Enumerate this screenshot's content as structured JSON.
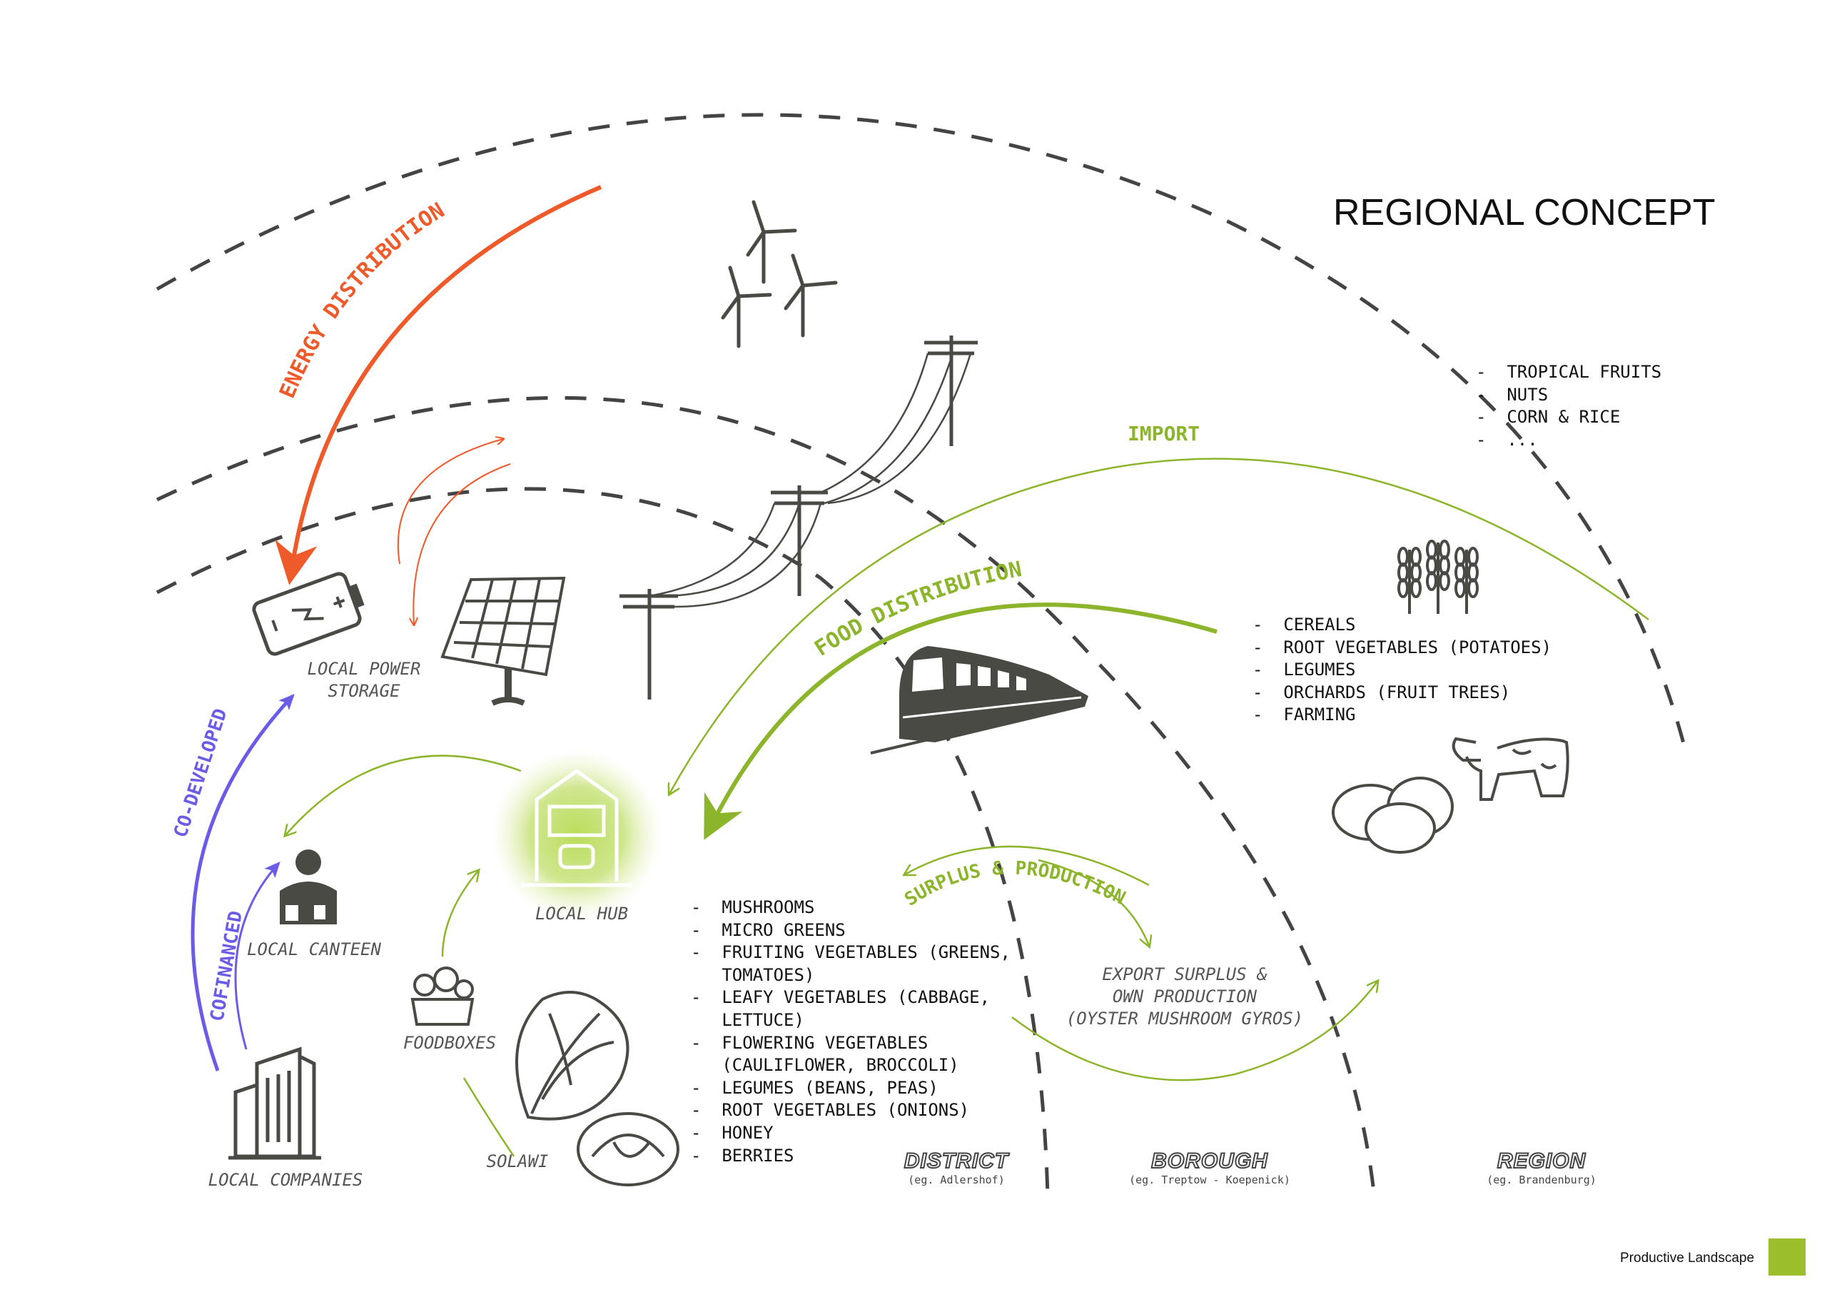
{
  "title": "REGIONAL CONCEPT",
  "flows": {
    "energy_distribution": "ENERGY DISTRIBUTION",
    "import": "IMPORT",
    "food_distribution": "FOOD DISTRIBUTION",
    "surplus_production": "SURPLUS & PRODUCTION",
    "co_developed": "CO-DEVELOPED",
    "cofinanced": "COFINANCED"
  },
  "nodes": {
    "local_power_storage": [
      "LOCAL POWER",
      "STORAGE"
    ],
    "local_hub": "LOCAL HUB",
    "local_canteen": "LOCAL CANTEEN",
    "foodboxes": "FOODBOXES",
    "local_companies": "LOCAL COMPANIES",
    "solawi": "SOLAWI",
    "export": [
      "EXPORT SURPLUS &",
      "OWN PRODUCTION",
      "(OYSTER MUSHROOM GYROS)"
    ]
  },
  "lists": {
    "import_items": [
      "-  TROPICAL FRUITS",
      "-  NUTS",
      "-  CORN & RICE",
      "-  ..."
    ],
    "region_items": [
      "-  CEREALS",
      "-  ROOT VEGETABLES (POTATOES)",
      "-  LEGUMES",
      "-  ORCHARDS (FRUIT TREES)",
      "-  FARMING"
    ],
    "district_items": [
      "-  MUSHROOMS",
      "-  MICRO GREENS",
      "-  FRUITING VEGETABLES (GREENS,",
      "   TOMATOES)",
      "-  LEAFY VEGETABLES (CABBAGE,",
      "   LETTUCE)",
      "-  FLOWERING VEGETABLES",
      "   (CAULIFLOWER, BROCCOLI)",
      "-  LEGUMES (BEANS, PEAS)",
      "-  ROOT VEGETABLES (ONIONS)",
      "-  HONEY",
      "-  BERRIES"
    ]
  },
  "zones": [
    {
      "name": "DISTRICT",
      "sub": "(eg. Adlershof)"
    },
    {
      "name": "BOROUGH",
      "sub": "(eg. Treptow - Koepenick)"
    },
    {
      "name": "REGION",
      "sub": "(eg. Brandenburg)"
    }
  ],
  "footer": "Productive Landscape",
  "colors": {
    "energy": "#ee5a2a",
    "food": "#8db52c",
    "finance": "#6b5ce7",
    "icons": "#4a4a45",
    "dash": "#444444",
    "brand": "#9bbf2a"
  },
  "icons": [
    "battery-icon",
    "solar-panel-icon",
    "wind-turbine-icon",
    "power-pole-icon",
    "train-icon",
    "wheat-icon",
    "cow-icon",
    "potato-icon",
    "greenhouse-hub-icon",
    "canteen-person-icon",
    "foodbox-icon",
    "lettuce-icon",
    "cabbage-icon",
    "office-building-icon"
  ]
}
